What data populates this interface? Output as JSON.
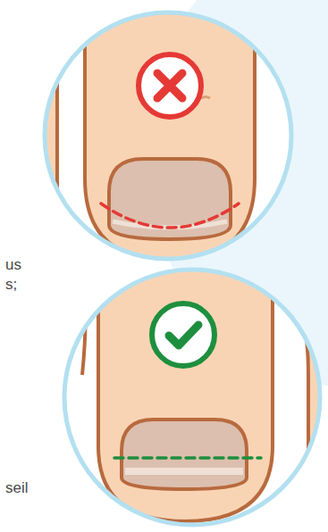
{
  "diagram": {
    "labels": [
      "us",
      "s;",
      "seil"
    ]
  }
}
